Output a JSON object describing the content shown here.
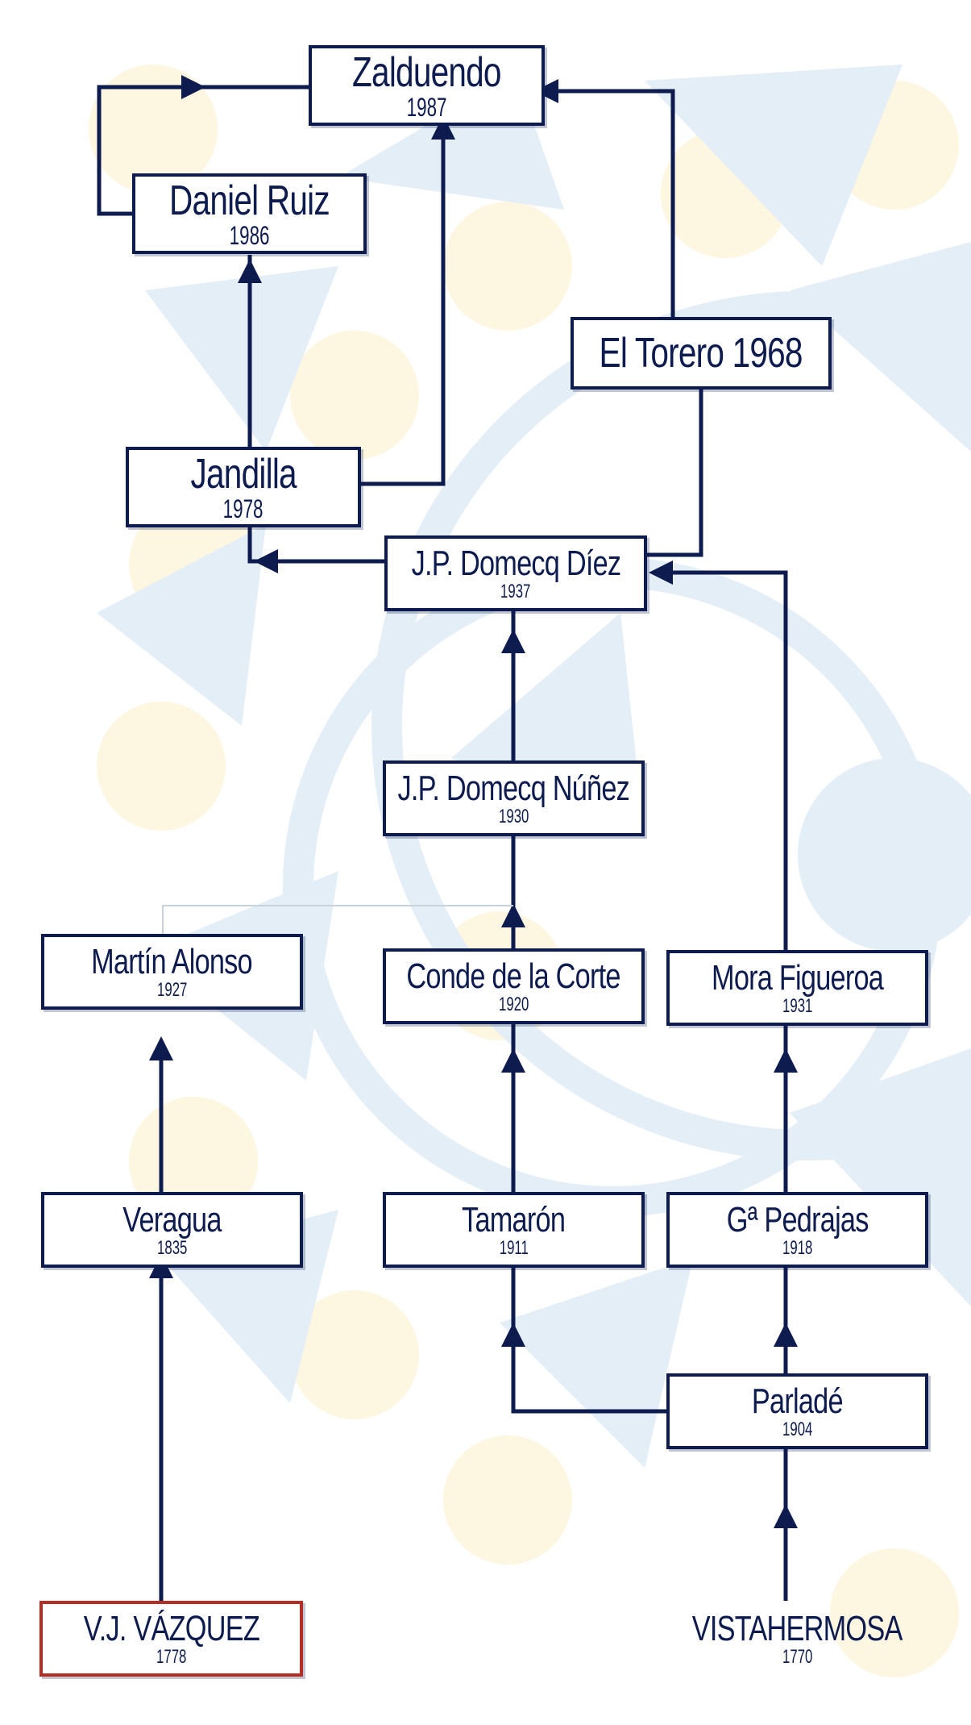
{
  "colors": {
    "line": "#0d1b4f",
    "root_accent": "#b32e25",
    "bg_blue": "#e3eef7",
    "bg_yellow": "#fdf6e1"
  },
  "nodes": {
    "zalduendo": {
      "name": "Zalduendo",
      "year": "1987"
    },
    "daniel_ruiz": {
      "name": "Daniel Ruiz",
      "year": "1986"
    },
    "el_torero": {
      "name": "El Torero 1968",
      "year": ""
    },
    "jandilla": {
      "name": "Jandilla",
      "year": "1978"
    },
    "jp_domecq_diez": {
      "name": "J.P. Domecq Díez",
      "year": "1937"
    },
    "jp_domecq_nunez": {
      "name": "J.P. Domecq Núñez",
      "year": "1930"
    },
    "martin_alonso": {
      "name": "Martín Alonso",
      "year": "1927"
    },
    "conde_de_la_corte": {
      "name": "Conde de la Corte",
      "year": "1920"
    },
    "mora_figueroa": {
      "name": "Mora Figueroa",
      "year": "1931"
    },
    "veragua": {
      "name": "Veragua",
      "year": "1835"
    },
    "tamaron": {
      "name": "Tamarón",
      "year": "1911"
    },
    "ga_pedrajas": {
      "name": "Gª Pedrajas",
      "year": "1918"
    },
    "parlade": {
      "name": "Parladé",
      "year": "1904"
    },
    "vj_vazquez": {
      "name": "V.J. VÁZQUEZ",
      "year": "1778"
    },
    "vistahermosa": {
      "name": "VISTAHERMOSA",
      "year": "1770"
    }
  }
}
